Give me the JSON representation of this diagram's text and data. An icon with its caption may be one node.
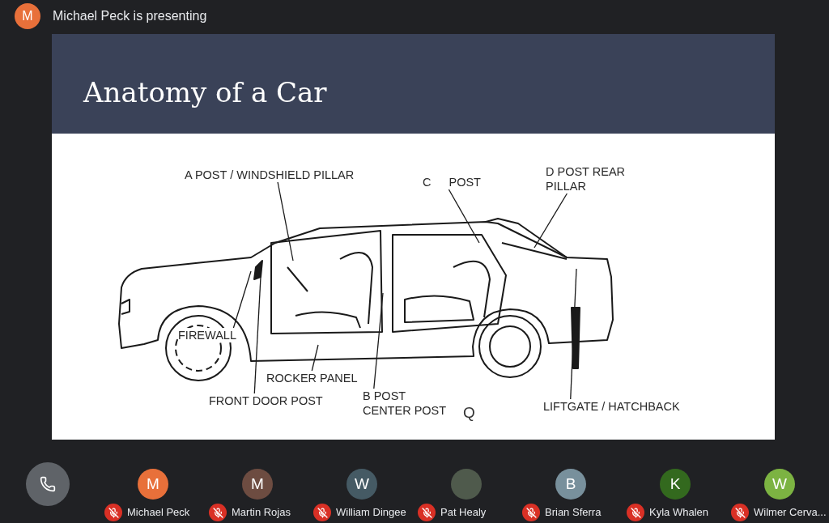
{
  "diagram": {
    "title": "Anatomy of a Car",
    "nodes": [
      {
        "text": [
          "M"
        ],
        "beside": [
          "Michael Peck is presenting"
        ]
      },
      {
        "text": [],
        "shape": "picture"
      },
      {
        "text": [
          "A POST / WINDSHIELD PILLAR"
        ]
      },
      {
        "text": [
          "C POST"
        ]
      },
      {
        "text": [
          "D POST REAR PILLAR"
        ]
      },
      {
        "text": [
          "FIREWALL"
        ],
        "in": 1
      },
      {
        "text": [
          "ROCKER PANEL"
        ]
      },
      {
        "text": [
          "FRONT DOOR POST"
        ]
      },
      {
        "text": [
          "B POST CENTER POST"
        ]
      },
      {
        "text": [
          "LIFTGATE / HATCHBACK"
        ]
      },
      {
        "text": [
          "M"
        ],
        "beside": [
          "Michael Peck"
        ]
      },
      {
        "text": [
          "M"
        ],
        "beside": [
          "Martin Rojas"
        ]
      },
      {
        "text": [
          "W"
        ],
        "beside": [
          "William Dingee"
        ]
      },
      {
        "text": [],
        "shape": "circle",
        "beside": [
          "Pat Healy"
        ]
      },
      {
        "text": [
          "B"
        ],
        "beside": [
          "Brian Sferra"
        ]
      },
      {
        "text": [
          "K"
        ],
        "beside": [
          "Kyla Whalen"
        ]
      },
      {
        "text": [
          "W"
        ],
        "beside": [
          "Wilmer Cerva..."
        ]
      }
    ],
    "edges": [
      {
        "from": 2,
        "to": 1,
        "arrow": "none"
      },
      {
        "from": 3,
        "to": 1,
        "arrow": "none"
      },
      {
        "from": 4,
        "to": 1,
        "arrow": "none"
      },
      {
        "from": 5,
        "to": 1,
        "arrow": "none"
      },
      {
        "from": 6,
        "to": 1,
        "arrow": "none"
      },
      {
        "from": 7,
        "to": 1,
        "arrow": "none"
      },
      {
        "from": 8,
        "to": 1,
        "arrow": "none"
      },
      {
        "from": 9,
        "to": 1,
        "arrow": "none"
      }
    ],
    "labels": [
      "Q"
    ]
  }
}
